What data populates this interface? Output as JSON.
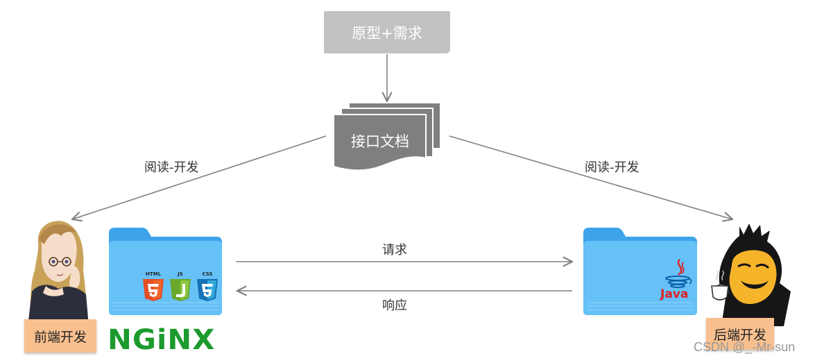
{
  "nodes": {
    "prototype": "原型+需求",
    "api_doc": "接口文档",
    "frontend": "前端开发",
    "backend": "后端开发"
  },
  "edges": {
    "read_left": "阅读-开发",
    "read_right": "阅读-开发",
    "request": "请求",
    "response": "响应"
  },
  "logos": {
    "nginx": "NGiNX",
    "java": "Java",
    "html": "HTML",
    "js": "JS",
    "css": "CSS"
  },
  "watermark": "CSDN @_-Mr-sun",
  "colors": {
    "prototype_box": "#c2c2c2",
    "doc_box": "#7f7f7f",
    "arrow": "#808080",
    "badge": "#f9c08f",
    "folder": "#5ab8f4",
    "nginx": "#1c9a2d"
  }
}
